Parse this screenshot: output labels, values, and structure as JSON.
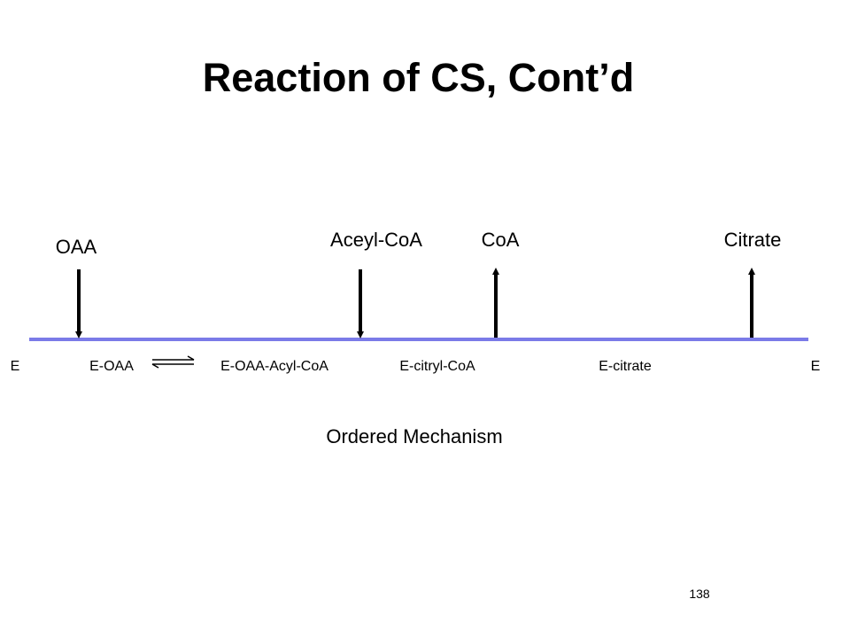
{
  "slide": {
    "title": "Reaction of CS, Cont’d",
    "caption": "Ordered Mechanism",
    "page_number": "138"
  },
  "diagram": {
    "timeline_color": "#7b7be8",
    "arrow_color": "#000000",
    "substrates": [
      "OAA",
      "Aceyl-CoA"
    ],
    "products": [
      "CoA",
      "Citrate"
    ],
    "states": [
      "E",
      "E-OAA",
      "E-OAA-Acyl-CoA",
      "E-citryl-CoA",
      "E-citrate",
      "E"
    ]
  }
}
